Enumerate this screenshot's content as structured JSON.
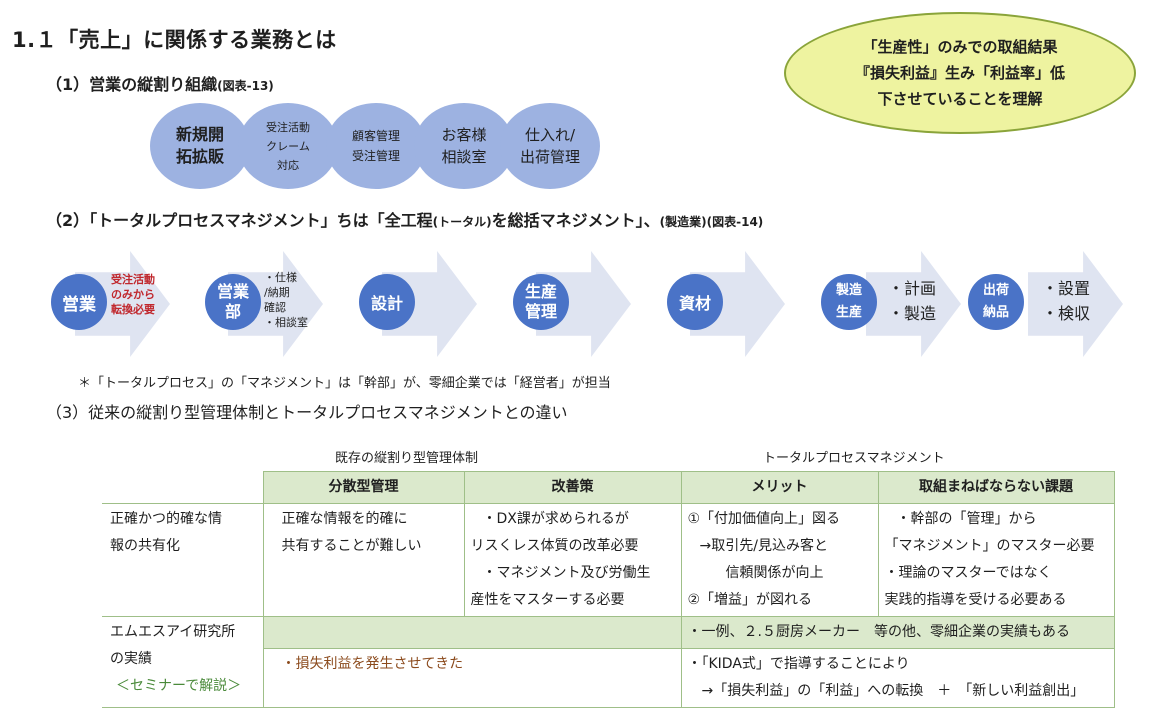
{
  "title": "1.１「売上」に関係する業務とは",
  "callout": [
    "「生産性」のみでの取組結果",
    "『損失利益』生み「利益率」低",
    "下させていることを理解"
  ],
  "section1": {
    "title": "（1）営業の縦割り組織",
    "ref": "(図表-13)"
  },
  "org_circles": [
    {
      "lines": [
        "新規開",
        "拓拡販"
      ]
    },
    {
      "lines": [
        "受注活動",
        "クレーム",
        "対応"
      ]
    },
    {
      "lines": [
        "顧客管理",
        "受注管理"
      ]
    },
    {
      "lines": [
        "お客様",
        "相談室"
      ]
    },
    {
      "lines": [
        "仕入れ/",
        "出荷管理"
      ]
    }
  ],
  "section2": {
    "title_a": "（2）「トータルプロセスマネジメント」ちは「全工程",
    "title_small1": "(トータル)",
    "title_b": "を総括マネジメント」、",
    "title_small2": "(製造業)(図表-14)"
  },
  "process": [
    {
      "circle": [
        "営業"
      ],
      "side": [
        "受注活動",
        "のみから",
        "転換必要"
      ],
      "side_style": "red"
    },
    {
      "circle": [
        "営業",
        "部"
      ],
      "side": [
        "・仕様",
        "/納期",
        "確認",
        "・相談室"
      ],
      "side_style": "small"
    },
    {
      "circle": [
        "設計"
      ],
      "side": []
    },
    {
      "circle": [
        "生産",
        "管理"
      ],
      "side": []
    },
    {
      "circle": [
        "資材"
      ],
      "side": []
    },
    {
      "circle": [
        "製造",
        "生産"
      ],
      "side": [
        "・計画",
        "・製造"
      ],
      "side_style": "large"
    },
    {
      "circle": [
        "出荷",
        "納品"
      ],
      "side": [
        "・設置",
        "・検収"
      ],
      "side_style": "large"
    }
  ],
  "note": "＊「トータルプロセス」の「マネジメント」は「幹部」が、零細企業では「経営者」が担当",
  "section3": {
    "title": "（3）従来の縦割り型管理体制とトータルプロセスマネジメントとの違い"
  },
  "table": {
    "group_left": "既存の縦割り型管理体制",
    "group_right": "トータルプロセスマネジメント",
    "headers": [
      "分散型管理",
      "改善策",
      "メリット",
      "取組まねばならない課題"
    ],
    "row1": {
      "label": [
        "正確かつ的確な情",
        "報の共有化"
      ],
      "c1": [
        "正確な情報を的確に",
        "共有することが難しい"
      ],
      "c2": [
        "・DX課が求められるが",
        "リスくレス体質の改革必要",
        "・マネジメント及び労働生",
        "産性をマスターする必要"
      ],
      "c3": [
        "①「付加価値向上」図る",
        "→取引先/見込み客と",
        "信頼関係が向上",
        "②「増益」が図れる"
      ],
      "c4": [
        "・幹部の「管理」から",
        "「マネジメント」のマスター必要",
        "・理論のマスターではなく",
        "実践的指導を受ける必要ある"
      ]
    },
    "row2": {
      "label": [
        "エムエスアイ研究所",
        "の実績"
      ],
      "seminar": "＜セミナーで解説＞",
      "top_right": "・一例、２.５厨房メーカー　等の他、零細企業の実績もある",
      "left": "・損失利益を発生させてきた",
      "right": [
        "・「KIDA式」で指導することにより",
        "→「損失利益」の「利益」への転換　＋　「新しい利益創出」"
      ]
    }
  }
}
